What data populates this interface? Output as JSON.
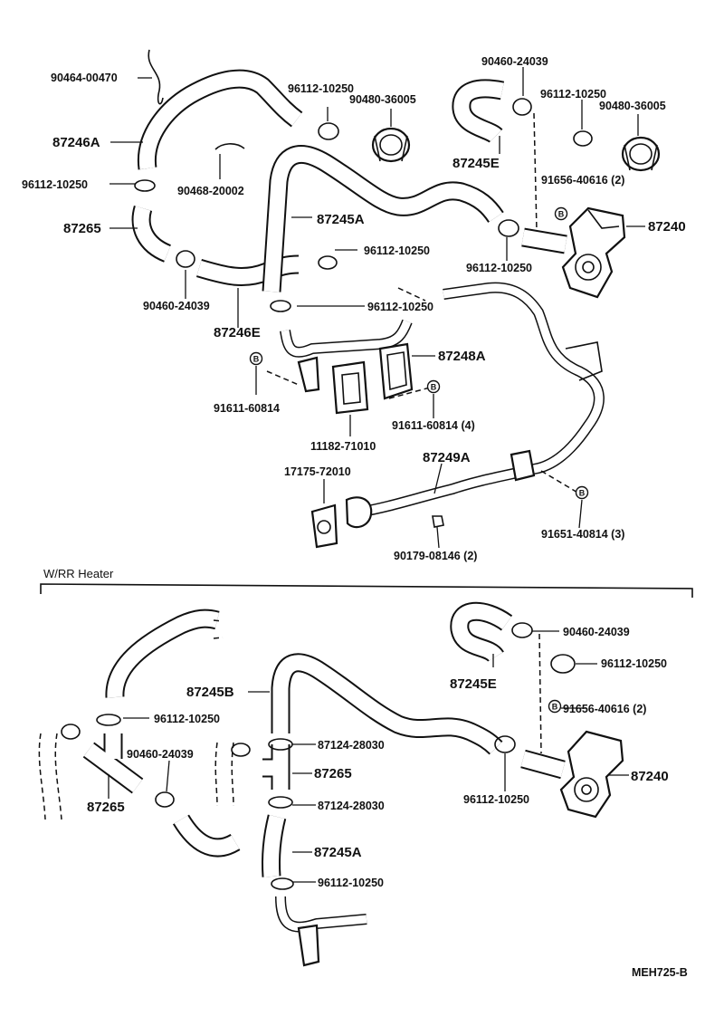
{
  "labels": {
    "p_90464_00470": "90464-00470",
    "p_87246A": "87246A",
    "p_96112_a": "96112-10250",
    "p_90468": "90468-20002",
    "p_87265_a": "87265",
    "p_90460_a": "90460-24039",
    "p_87246E": "87246E",
    "p_96112_b": "96112-10250",
    "p_90480_a": "90480-36005",
    "p_87245A_a": "87245A",
    "p_96112_c": "96112-10250",
    "p_96112_d": "96112-10250",
    "p_90460_b": "90460-24039",
    "p_87245E_a": "87245E",
    "p_96112_e": "96112-10250",
    "p_90480_b": "90480-36005",
    "p_91656_a": "91656-40616 (2)",
    "p_87240_a": "87240",
    "p_96112_f": "96112-10250",
    "p_87248A": "87248A",
    "p_91611_a": "91611-60814",
    "p_91611_b": "91611-60814 (4)",
    "p_11182": "11182-71010",
    "p_17175": "17175-72010",
    "p_87249A": "87249A",
    "p_91651": "91651-40814 (3)",
    "p_90179": "90179-08146 (2)",
    "p_87245B": "87245B",
    "p_96112_g": "96112-10250",
    "p_87124_a": "87124-28030",
    "p_90460_c": "90460-24039",
    "p_87265_b": "87265",
    "p_87265_c": "87265",
    "p_87124_b": "87124-28030",
    "p_87245A_b": "87245A",
    "p_96112_h": "96112-10250",
    "p_90460_d": "90460-24039",
    "p_87245E_b": "87245E",
    "p_96112_i": "96112-10250",
    "p_91656_b": "91656-40616 (2)",
    "p_87240_b": "87240",
    "p_96112_j": "96112-10250"
  },
  "bolt_marker": "B",
  "section_title": "W/RR Heater",
  "diagram_ref": "MEH725-B"
}
